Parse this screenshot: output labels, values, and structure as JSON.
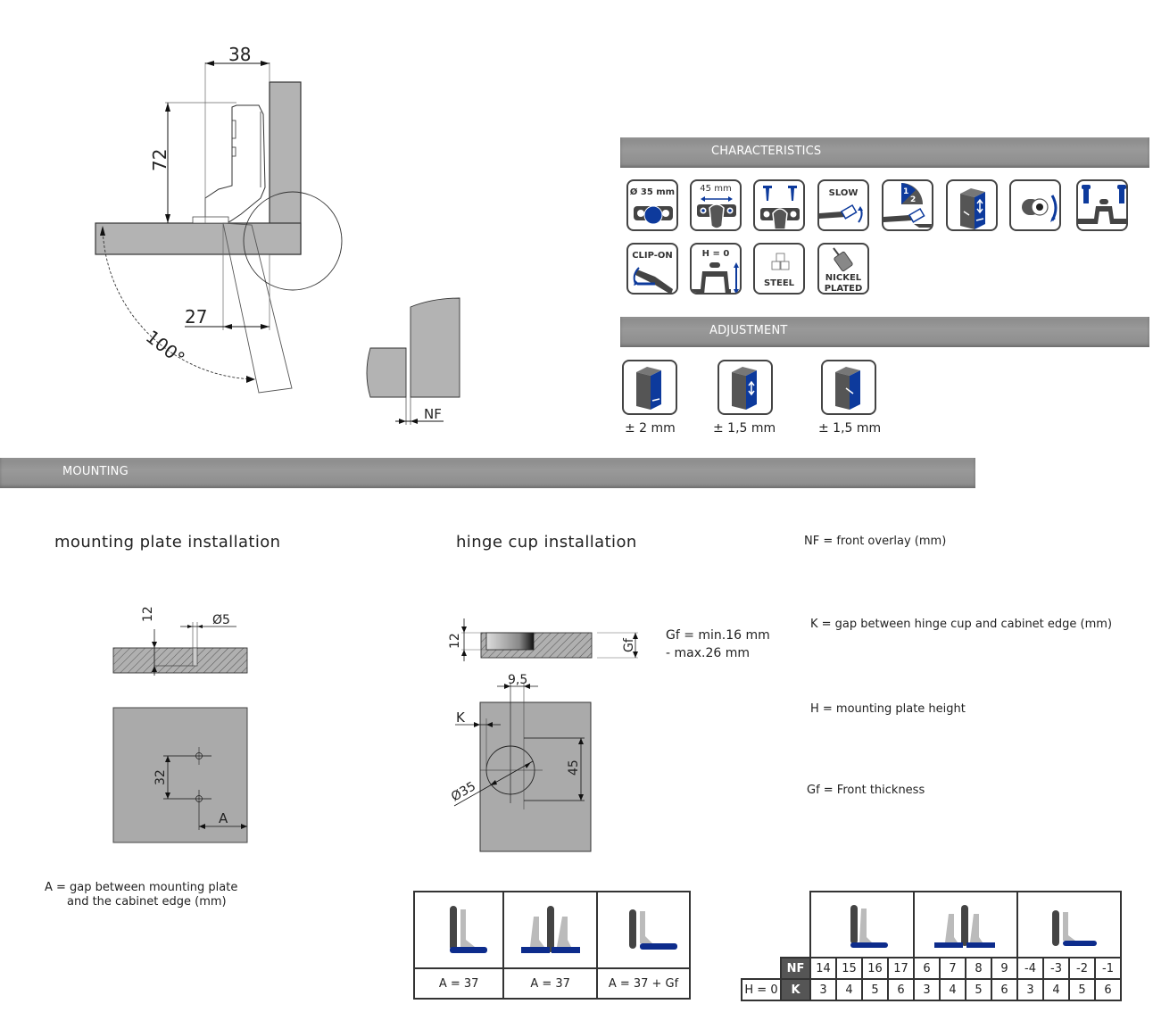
{
  "hinge_drawing": {
    "dim_width": "38",
    "dim_height": "72",
    "dim_depth": "27",
    "dim_angle": "100°",
    "overlay_label": "NF"
  },
  "characteristics": {
    "title": "CHARACTERISTICS",
    "icons": [
      {
        "name": "cup-diameter-icon",
        "label": "Ø 35 mm"
      },
      {
        "name": "hole-distance-icon",
        "label": "45 mm"
      },
      {
        "name": "screw-fixing-icon",
        "label": ""
      },
      {
        "name": "soft-close-icon",
        "label": "SLOW"
      },
      {
        "name": "two-stage-icon",
        "label": "",
        "badge1": "1",
        "badge2": "2"
      },
      {
        "name": "3d-adjust-icon",
        "label": ""
      },
      {
        "name": "cam-adjust-icon",
        "label": ""
      },
      {
        "name": "plate-screws-icon",
        "label": ""
      },
      {
        "name": "clip-on-icon",
        "label": "CLIP-ON"
      },
      {
        "name": "plate-height-icon",
        "label": "H = 0"
      },
      {
        "name": "steel-icon",
        "label": "STEEL"
      },
      {
        "name": "nickel-plated-icon",
        "label": "NICKEL",
        "label2": "PLATED"
      }
    ]
  },
  "adjustment": {
    "title": "ADJUSTMENT",
    "items": [
      {
        "name": "side-adjust",
        "value": "± 2 mm"
      },
      {
        "name": "height-adjust",
        "value": "± 1,5 mm"
      },
      {
        "name": "depth-adjust",
        "value": "± 1,5 mm"
      }
    ]
  },
  "mounting": {
    "title": "MOUNTING",
    "plate": {
      "heading": "mounting plate installation",
      "dim_depth": "12",
      "dim_hole": "Ø5",
      "dim_spacing": "32",
      "dim_a": "A",
      "legend_line1": "A =  gap between mounting plate",
      "legend_line2": "and the cabinet edge (mm)"
    },
    "cup": {
      "heading": "hinge cup installation",
      "dim_depth": "12",
      "dim_gf": "Gf",
      "gf_line1": "Gf = min.16 mm",
      "gf_line2": "- max.26 mm",
      "dim_offset": "9,5",
      "dim_k": "K",
      "dim_spacing": "45",
      "dim_diameter": "Ø35"
    },
    "legend": [
      "NF =  front overlay (mm)",
      "K =  gap between hinge cup and cabinet edge (mm)",
      "H =  mounting plate height",
      "Gf = Front thickness"
    ],
    "a_table": [
      "A = 37",
      "A = 37",
      "A = 37 + Gf"
    ],
    "nf_table": {
      "row_nf_label": "NF",
      "row_k_label": "K",
      "h_label": "H = 0",
      "nf": [
        "14",
        "15",
        "16",
        "17",
        "6",
        "7",
        "8",
        "9",
        "-4",
        "-3",
        "-2",
        "-1"
      ],
      "k": [
        "3",
        "4",
        "5",
        "6",
        "3",
        "4",
        "5",
        "6",
        "3",
        "4",
        "5",
        "6"
      ]
    }
  },
  "colors": {
    "accent_blue": "#0d2c8c",
    "header_gray": "#929292",
    "panel_gray": "#b0b0b0"
  }
}
